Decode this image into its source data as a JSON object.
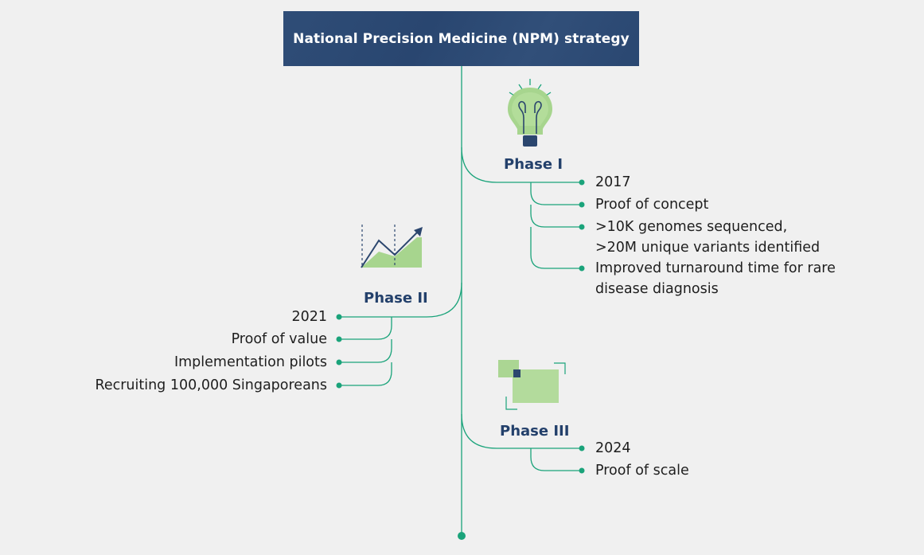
{
  "title": "National Precision Medicine (NPM) strategy",
  "colors": {
    "line": "#1aa37a",
    "title_bg": "#2c4a74",
    "phase_text": "#23406b",
    "icon_green": "#9fd183"
  },
  "phases": [
    {
      "title": "Phase I",
      "icon": "lightbulb-icon",
      "items": [
        "2017",
        "Proof of concept",
        ">10K genomes sequenced,\n>20M unique variants identified",
        "Improved turnaround time for rare\ndisease diagnosis"
      ]
    },
    {
      "title": "Phase II",
      "icon": "growth-chart-icon",
      "items": [
        "2021",
        "Proof of value",
        "Implementation pilots",
        "Recruiting 100,000 Singaporeans"
      ]
    },
    {
      "title": "Phase III",
      "icon": "scale-squares-icon",
      "items": [
        "2024",
        "Proof of scale"
      ]
    }
  ]
}
